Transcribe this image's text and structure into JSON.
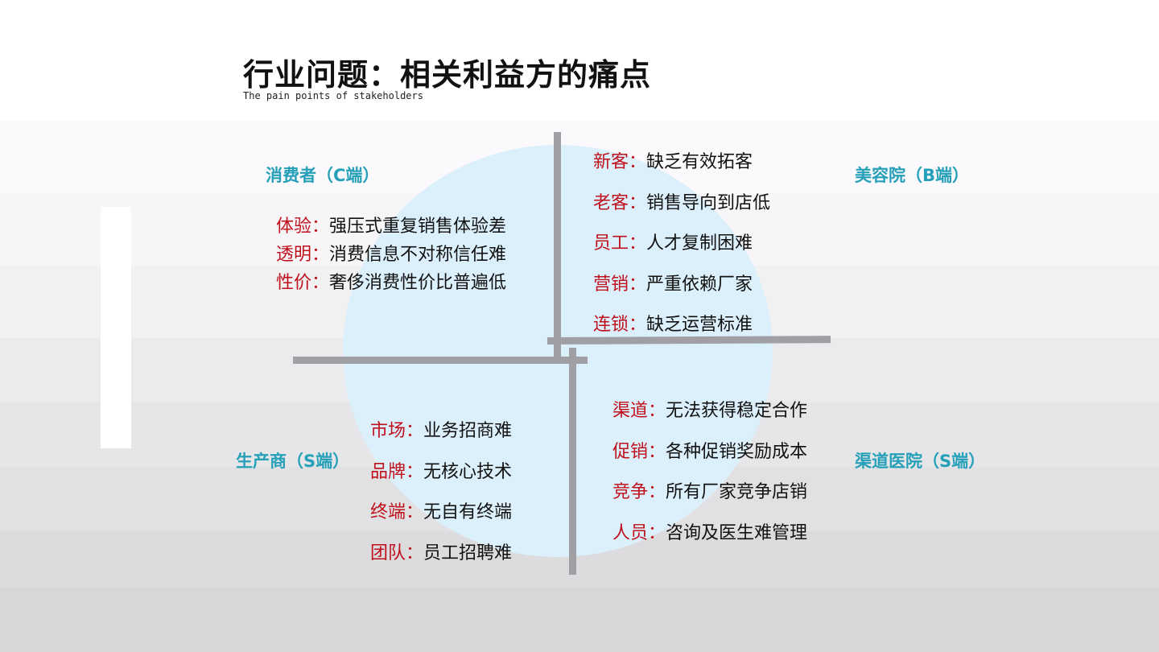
{
  "header": {
    "title": "行业问题：相关利益方的痛点",
    "subtitle": "The pain points of stakeholders"
  },
  "colors": {
    "quadrant_label": "#25a0b8",
    "item_key": "#c0101c",
    "item_value": "#111111",
    "divider": "#a0a0a4",
    "circle": "#dcf0fc"
  },
  "quadrants": {
    "consumer": {
      "label": "消费者（C端）",
      "items": [
        {
          "key": "体验",
          "value": "强压式重复销售体验差"
        },
        {
          "key": "透明",
          "value": "消费信息不对称信任难"
        },
        {
          "key": "性价",
          "value": "奢侈消费性价比普遍低"
        }
      ]
    },
    "salon": {
      "label": "美容院（B端）",
      "items": [
        {
          "key": "新客",
          "value": "缺乏有效拓客"
        },
        {
          "key": "老客",
          "value": "销售导向到店低"
        },
        {
          "key": "员工",
          "value": "人才复制困难"
        },
        {
          "key": "营销",
          "value": "严重依赖厂家"
        },
        {
          "key": "连锁",
          "value": "缺乏运营标准"
        }
      ]
    },
    "manufacturer": {
      "label": "生产商（S端）",
      "items": [
        {
          "key": "市场",
          "value": "业务招商难"
        },
        {
          "key": "品牌",
          "value": "无核心技术"
        },
        {
          "key": "终端",
          "value": "无自有终端"
        },
        {
          "key": "团队",
          "value": "员工招聘难"
        }
      ]
    },
    "hospital": {
      "label": "渠道医院（S端）",
      "items": [
        {
          "key": "渠道",
          "value": "无法获得稳定合作"
        },
        {
          "key": "促销",
          "value": "各种促销奖励成本"
        },
        {
          "key": "竞争",
          "value": "所有厂家竞争店销"
        },
        {
          "key": "人员",
          "value": "咨询及医生难管理"
        }
      ]
    }
  },
  "separator": "："
}
